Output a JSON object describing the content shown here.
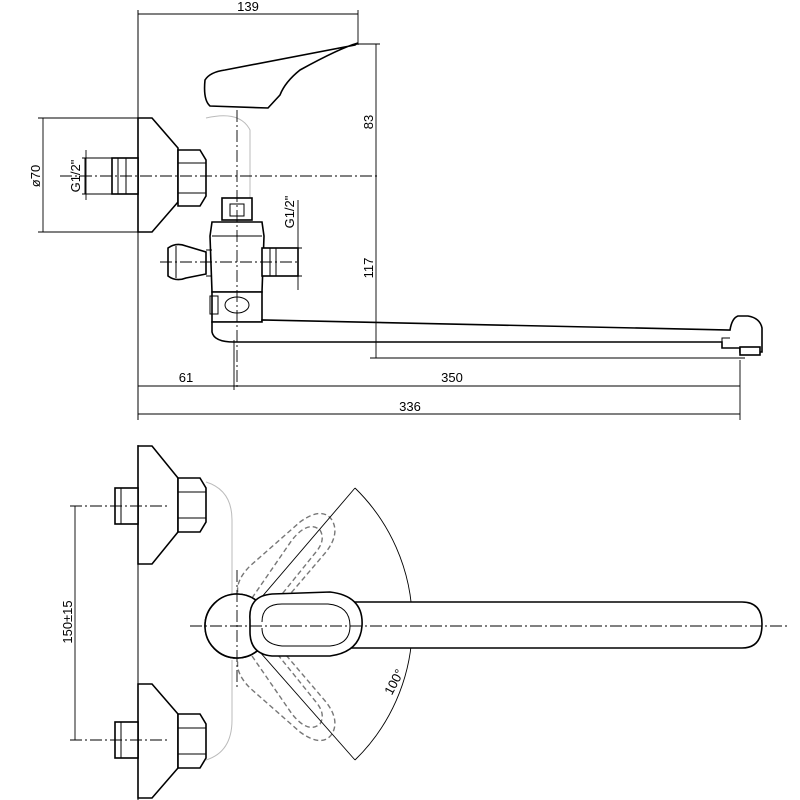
{
  "dimensions": {
    "top_width": "139",
    "handle_height": "83",
    "flange_diameter": "ø70",
    "thread_left": "G1/2\"",
    "thread_right": "G1/2\"",
    "spout_height": "117",
    "wall_offset": "61",
    "spout_length": "350",
    "overall_length": "336",
    "centre_distance": "150±15",
    "rotation_angle": "100°"
  }
}
